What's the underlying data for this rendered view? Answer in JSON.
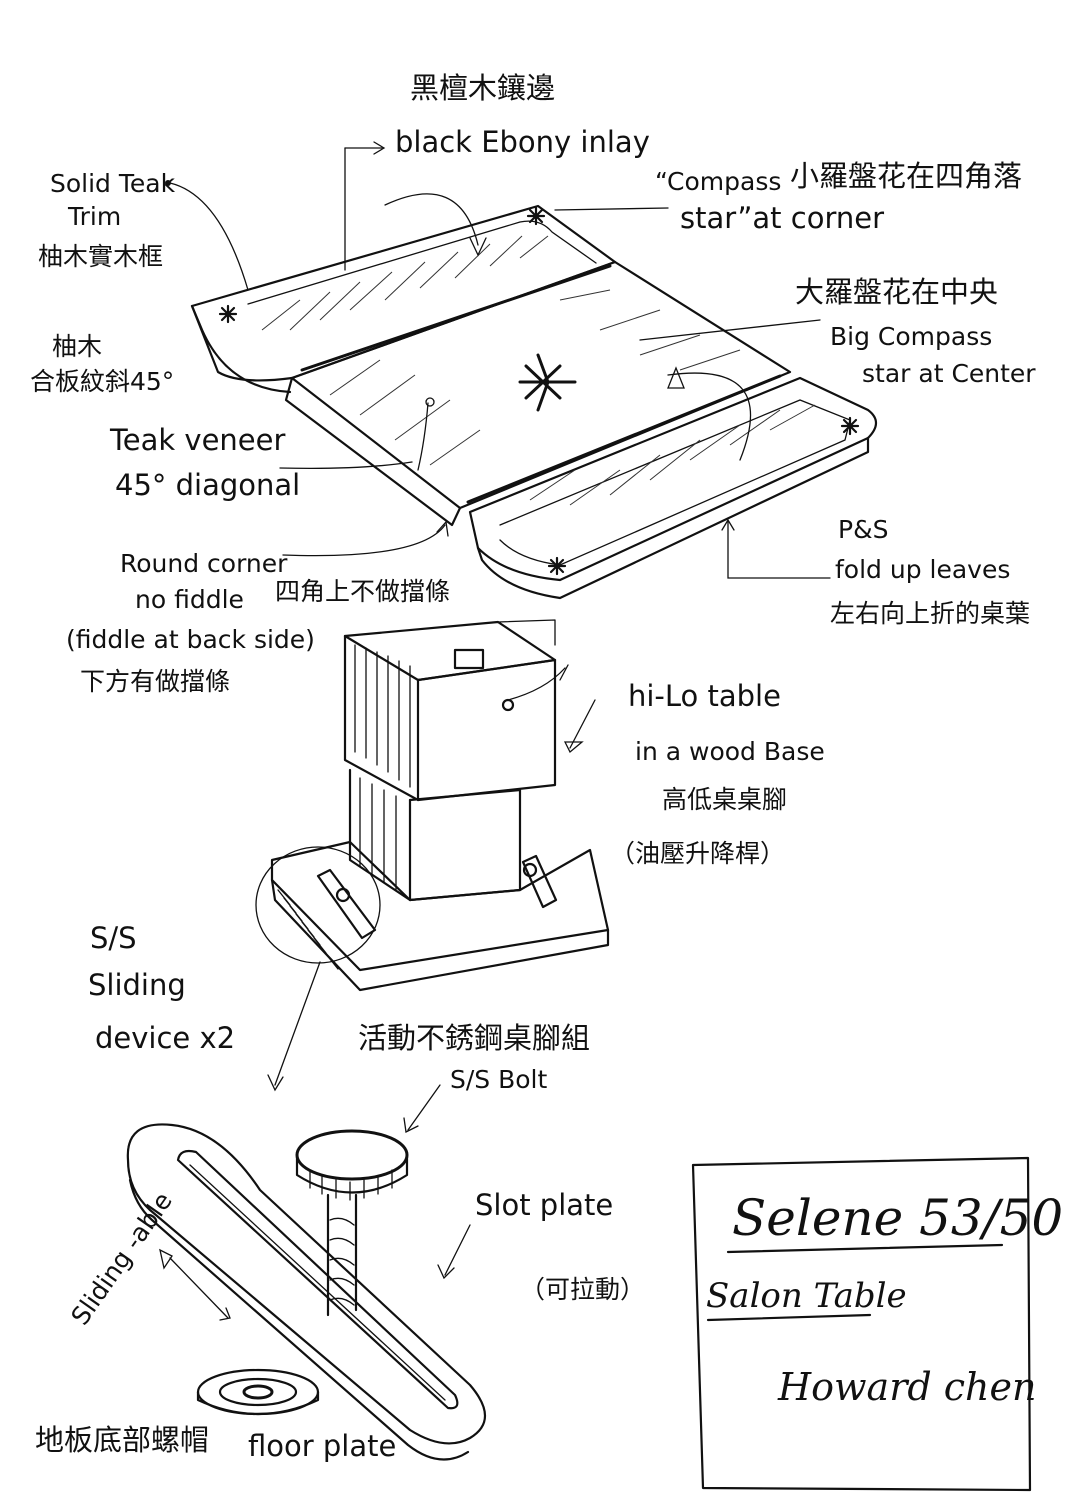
{
  "labels": {
    "ebony_cn": "黑檀木鑲邊",
    "ebony_en": "black Ebony inlay",
    "teak_trim_en_1": "Solid Teak",
    "teak_trim_en_2": "Trim",
    "teak_trim_cn": "柚木實木框",
    "compass_corner_en_1": "“Compass",
    "compass_corner_cn": "小羅盤花在四角落",
    "compass_corner_en_2": "star”at corner",
    "compass_center_cn": "大羅盤花在中央",
    "compass_center_en_1": "Big Compass",
    "compass_center_en_2": "star at Center",
    "veneer_cn_1": "柚木",
    "veneer_cn_2": "合板紋斜45°",
    "veneer_en_1": "Teak veneer",
    "veneer_en_2": "45° diagonal",
    "corner_en_1": "Round corner",
    "corner_en_2": "no fiddle",
    "corner_cn": "四角上不做擋條",
    "fiddle_en": "(fiddle at back side)",
    "fiddle_cn": "下方有做擋條",
    "leaves_en_1": "P&S",
    "leaves_en_2": "fold up leaves",
    "leaves_cn": "左右向上折的桌葉",
    "hilo_en_1": "hi-Lo table",
    "hilo_en_2": "in a wood Base",
    "hilo_cn_1": "高低桌桌腳",
    "hilo_cn_2": "（油壓升降桿）",
    "sliding_1": "S/S",
    "sliding_2": "Sliding",
    "sliding_3": "device x2",
    "sliding_cn": "活動不銹鋼桌腳組",
    "bolt": "S/S Bolt",
    "slot_plate": "Slot plate",
    "slot_cn": "（可拉動）",
    "sliding_able": "Sliding -able",
    "floor_cn": "地板底部螺帽",
    "floor_en": "floor plate"
  },
  "title_block": {
    "model": "Selene 53/50",
    "name": "Salon Table",
    "designer": "Howard chen"
  }
}
